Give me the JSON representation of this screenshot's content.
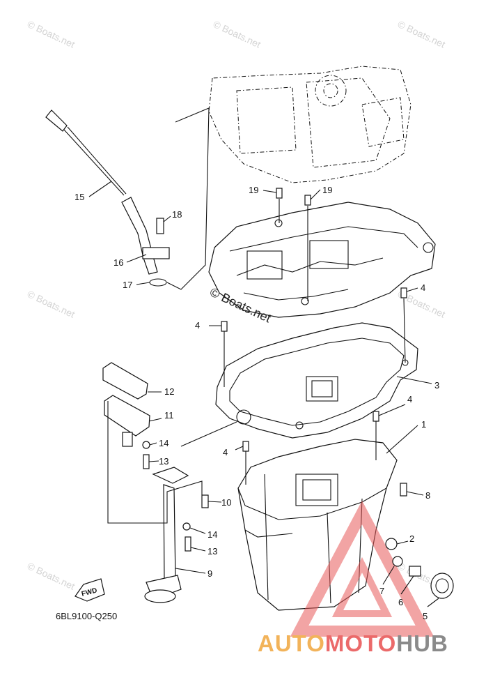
{
  "watermark": "© Boats.net",
  "diagram_code": "6BL9100-Q250",
  "fwd_label": "FWD",
  "brand": {
    "part1": "AUTO",
    "part2": "MOTO",
    "part3": "HUB"
  },
  "callouts": [
    "1",
    "2",
    "3",
    "4",
    "5",
    "6",
    "7",
    "8",
    "9",
    "10",
    "11",
    "12",
    "13",
    "14",
    "15",
    "16",
    "17",
    "18",
    "19"
  ],
  "colors": {
    "brand_orange": "#f2b35a",
    "brand_red": "#eb6a6a",
    "brand_gray": "#8a8a8a",
    "triangle_red": "#e85a5a"
  }
}
